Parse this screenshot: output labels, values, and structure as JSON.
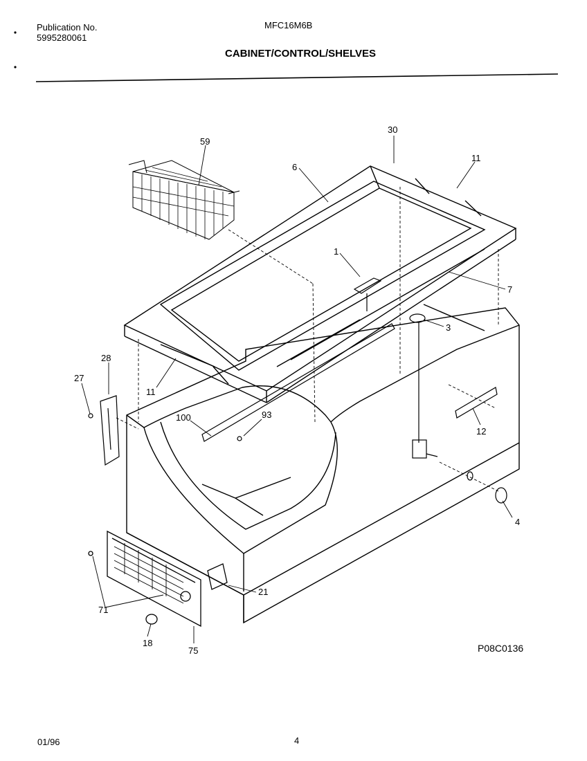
{
  "header": {
    "publication_label": "Publication No.",
    "publication_number": "5995280061",
    "model": "MFC16M6B",
    "section_title": "CABINET/CONTROL/SHELVES"
  },
  "callouts": [
    "59",
    "30",
    "6",
    "11",
    "1",
    "7",
    "3",
    "28",
    "27",
    "11",
    "100",
    "93",
    "12",
    "4",
    "21",
    "71",
    "18",
    "75"
  ],
  "diagram_code": "P08C0136",
  "footer": {
    "date": "01/96",
    "page": "4"
  }
}
